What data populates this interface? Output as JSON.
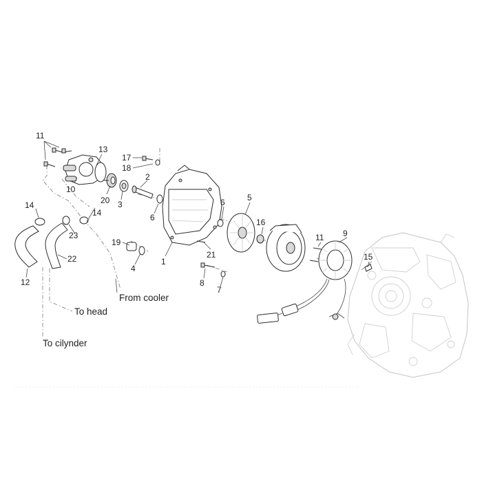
{
  "callouts": [
    {
      "id": "c11a",
      "text": "11"
    },
    {
      "id": "c13",
      "text": "13"
    },
    {
      "id": "c17",
      "text": "17"
    },
    {
      "id": "c18",
      "text": "18"
    },
    {
      "id": "c2",
      "text": "2"
    },
    {
      "id": "c10",
      "text": "10"
    },
    {
      "id": "c20",
      "text": "20"
    },
    {
      "id": "c3",
      "text": "3"
    },
    {
      "id": "c6a",
      "text": "6"
    },
    {
      "id": "c5",
      "text": "5"
    },
    {
      "id": "c6b",
      "text": "6"
    },
    {
      "id": "c14a",
      "text": "14"
    },
    {
      "id": "c14b",
      "text": "14"
    },
    {
      "id": "c23",
      "text": "23"
    },
    {
      "id": "c22",
      "text": "22"
    },
    {
      "id": "c12",
      "text": "12"
    },
    {
      "id": "c19",
      "text": "19"
    },
    {
      "id": "c4",
      "text": "4"
    },
    {
      "id": "c1",
      "text": "1"
    },
    {
      "id": "c21",
      "text": "21"
    },
    {
      "id": "c16",
      "text": "16"
    },
    {
      "id": "c11b",
      "text": "11"
    },
    {
      "id": "c9",
      "text": "9"
    },
    {
      "id": "c15",
      "text": "15"
    },
    {
      "id": "c8",
      "text": "8"
    },
    {
      "id": "c7",
      "text": "7"
    }
  ],
  "labels": {
    "from_cooler": "From cooler",
    "to_head": "To head",
    "to_cylinder": "To cilynder"
  }
}
